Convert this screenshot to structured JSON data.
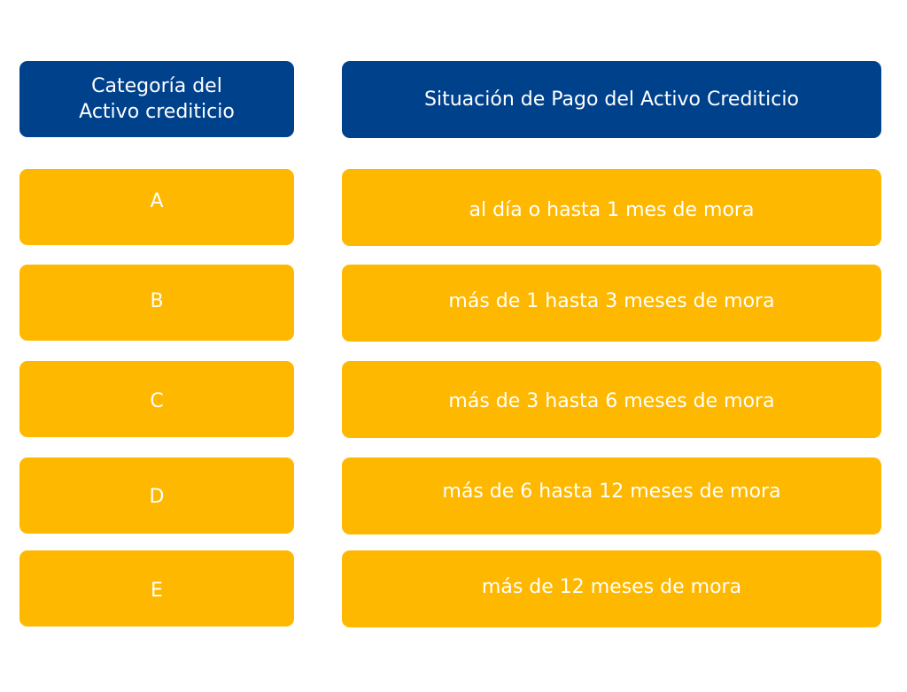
{
  "header": {
    "category": "Categoría del Activo crediticio",
    "category_line1": "Categoría del",
    "category_line2": "Activo crediticio",
    "situation": "Situación de Pago del Activo Crediticio"
  },
  "rows": [
    {
      "category": "A",
      "situation": "al día o hasta 1 mes de mora"
    },
    {
      "category": "B",
      "situation": "más de 1 hasta 3 meses de mora"
    },
    {
      "category": "C",
      "situation": "más de 3 hasta 6 meses de mora"
    },
    {
      "category": "D",
      "situation": "más de 6 hasta 12 meses de mora"
    },
    {
      "category": "E",
      "situation": "más de 12 meses de mora"
    }
  ],
  "colors": {
    "header": "#00418C",
    "row": "#FFB800",
    "text": "#FFFFFF"
  }
}
